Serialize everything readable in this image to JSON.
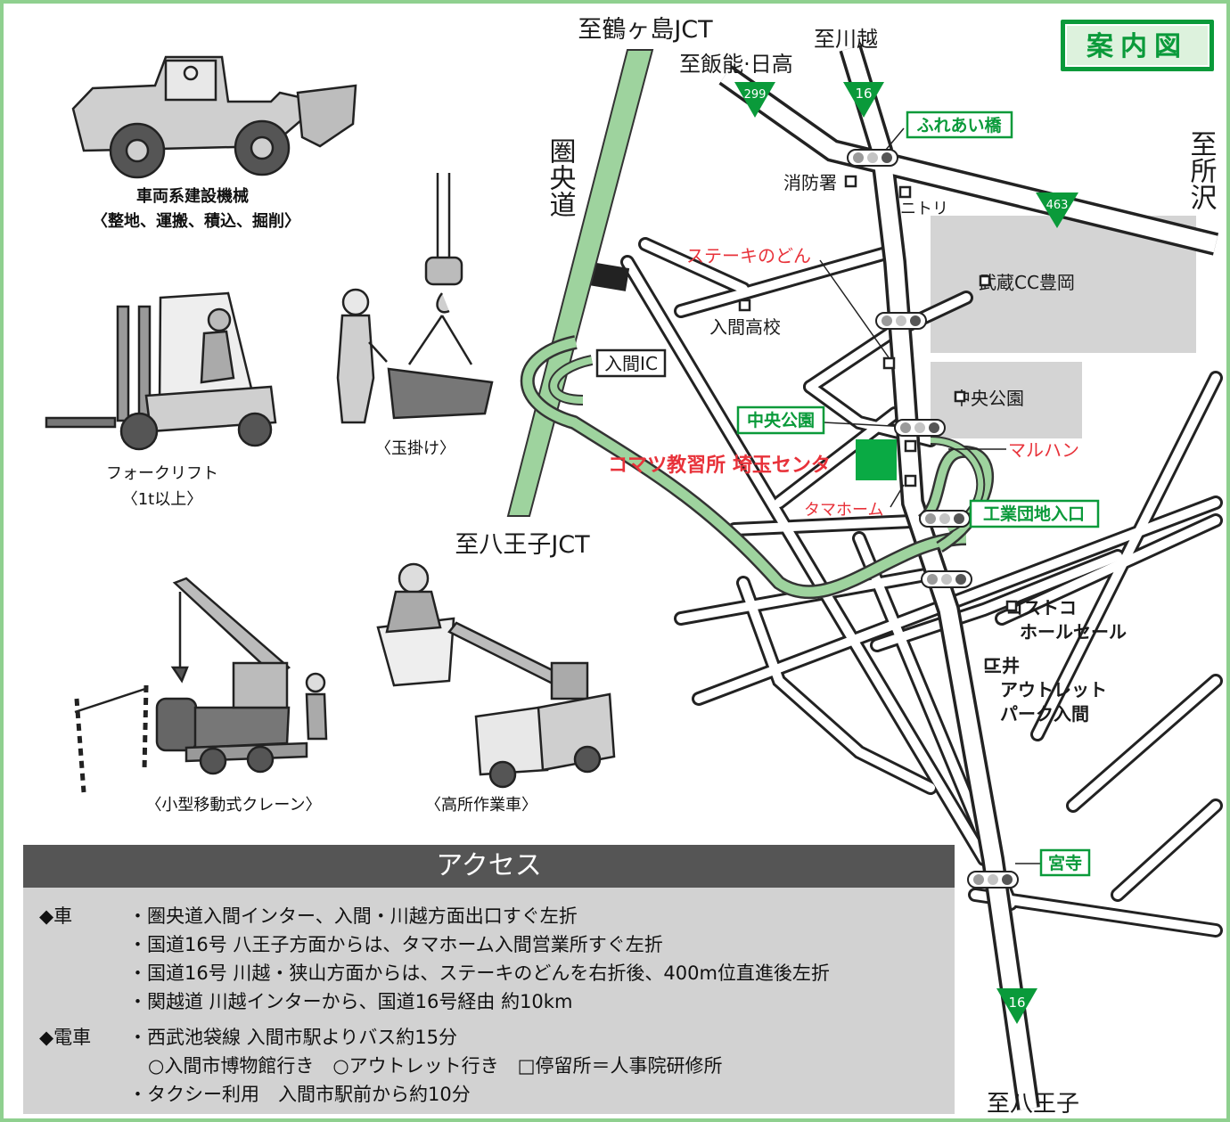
{
  "title": "案内図",
  "destinations": {
    "tsurugashima": "至鶴ヶ島JCT",
    "kawagoe": "至川越",
    "hanno": "至飯能·日高",
    "tokorozawa": "至所沢",
    "hachioji_jct": "至八王子JCT",
    "hachioji": "至八王子"
  },
  "expressway": "圏央道",
  "route_shields": {
    "r299": "299",
    "r16_top": "16",
    "r463": "463",
    "r16_bottom": "16"
  },
  "intersections": {
    "fureai": "ふれあい橋",
    "chuo_park": "中央公園",
    "industrial": "工業団地入口",
    "miyadera": "宮寺"
  },
  "interchange": "入間IC",
  "center_name": "コマツ教習所 埼玉センタ",
  "landmarks": {
    "fire_station": "消防署",
    "nitori": "ニトリ",
    "steak": "ステーキのどん",
    "iruma_high": "入間高校",
    "musashi_cc": "武蔵CC豊岡",
    "chuo_koen": "中央公園",
    "maruhan": "マルハン",
    "tamahome": "タマホーム",
    "costco_1": "コストコ",
    "costco_2": "ホールセール",
    "outlet_1": "三井",
    "outlet_2": "アウトレット",
    "outlet_3": "パーク入間"
  },
  "machines": {
    "loader_1": "車両系建設機械",
    "loader_2": "〈整地、運搬、積込、掘削〉",
    "forklift_1": "フォークリフト",
    "forklift_2": "〈1t以上〉",
    "slinging": "〈玉掛け〉",
    "crane": "〈小型移動式クレーン〉",
    "aerial": "〈高所作業車〉"
  },
  "access": {
    "heading": "アクセス",
    "car_label": "◆車",
    "car_lines": [
      "・圏央道入間インター、入間・川越方面出口すぐ左折",
      "・国道16号 八王子方面からは、タマホーム入間営業所すぐ左折",
      "・国道16号 川越・狭山方面からは、ステーキのどんを右折後、400m位直進後左折",
      "・関越道 川越インターから、国道16号経由 約10km"
    ],
    "train_label": "◆電車",
    "train_lines": [
      "・西武池袋線 入間市駅よりバス約15分",
      "○入間市博物館行き　○アウトレット行き　□停留所＝人事院研修所",
      "・タクシー利用　入間市駅前から約10分"
    ]
  },
  "colors": {
    "green": "#0a9a3a",
    "expressway": "#9ed39e",
    "red": "#e8323a",
    "gray_block": "#d4d4d4"
  }
}
